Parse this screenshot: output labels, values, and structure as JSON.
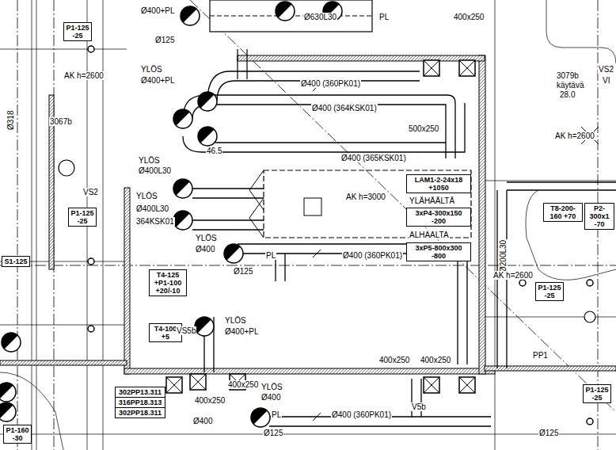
{
  "diagram": {
    "nodes": [
      {
        "text": [
          "P1-125 -25"
        ]
      },
      {
        "text": [
          "P1-125 -25"
        ]
      },
      {
        "text": [
          "S1-125"
        ]
      },
      {
        "text": [
          "T4-125 +P1-100 +20/-10"
        ]
      },
      {
        "text": [
          "T4-100 +5"
        ]
      },
      {
        "text": [
          "LAM1-2-24x18 +1050"
        ]
      },
      {
        "text": [
          "3xP4-300x150 -200"
        ]
      },
      {
        "text": [
          "3xP5-800x300 -800"
        ]
      },
      {
        "text": [
          "T8-200-160 +70"
        ]
      },
      {
        "text": [
          "P2-300x1 -70"
        ]
      },
      {
        "text": [
          "P1-125 -25"
        ]
      },
      {
        "text": [
          "P1-125 -25"
        ]
      },
      {
        "text": [
          "P1-160 -30"
        ]
      },
      {
        "text": [
          "302PP13.311"
        ]
      },
      {
        "text": [
          "316PP18.313"
        ]
      },
      {
        "text": [
          "302PP18.311"
        ]
      }
    ],
    "labels": [
      "Ø400+PL",
      "Ø630L30",
      "PL",
      "400x250",
      "Ø125",
      "AK h=2600",
      "YLÖS",
      "Ø400+PL",
      "Ø400 (360PK01)",
      "Ø400 (364KSK01)",
      "500x250",
      "Ø400 (365KSK01)",
      "3079b",
      "käytävä",
      "28.0",
      "VS2",
      "VI",
      "AK h=2600",
      "46.5",
      "YLÖS",
      "Ø400L30",
      "AK h=3000",
      "YLÖS",
      "Ø400L30",
      "364KSK01",
      "VS2",
      "YLÄHÄÄLTÄ",
      "ALHAALTA",
      "YLÖS",
      "Ø400",
      "PL",
      "Ø400 (360PK01)",
      "Ø125",
      "Ø200L30",
      "AK h=2600",
      "YLÖS",
      "Ø400+PL",
      "VS5b",
      "400x250",
      "400x250",
      "400x250",
      "400x250",
      "YLÖS",
      "Ø400",
      "PL",
      "Ø400 (360PK01)",
      "V5b",
      "Ø400",
      "Ø125",
      "Ø125",
      "Ø318",
      "3067b",
      "PP1"
    ]
  }
}
